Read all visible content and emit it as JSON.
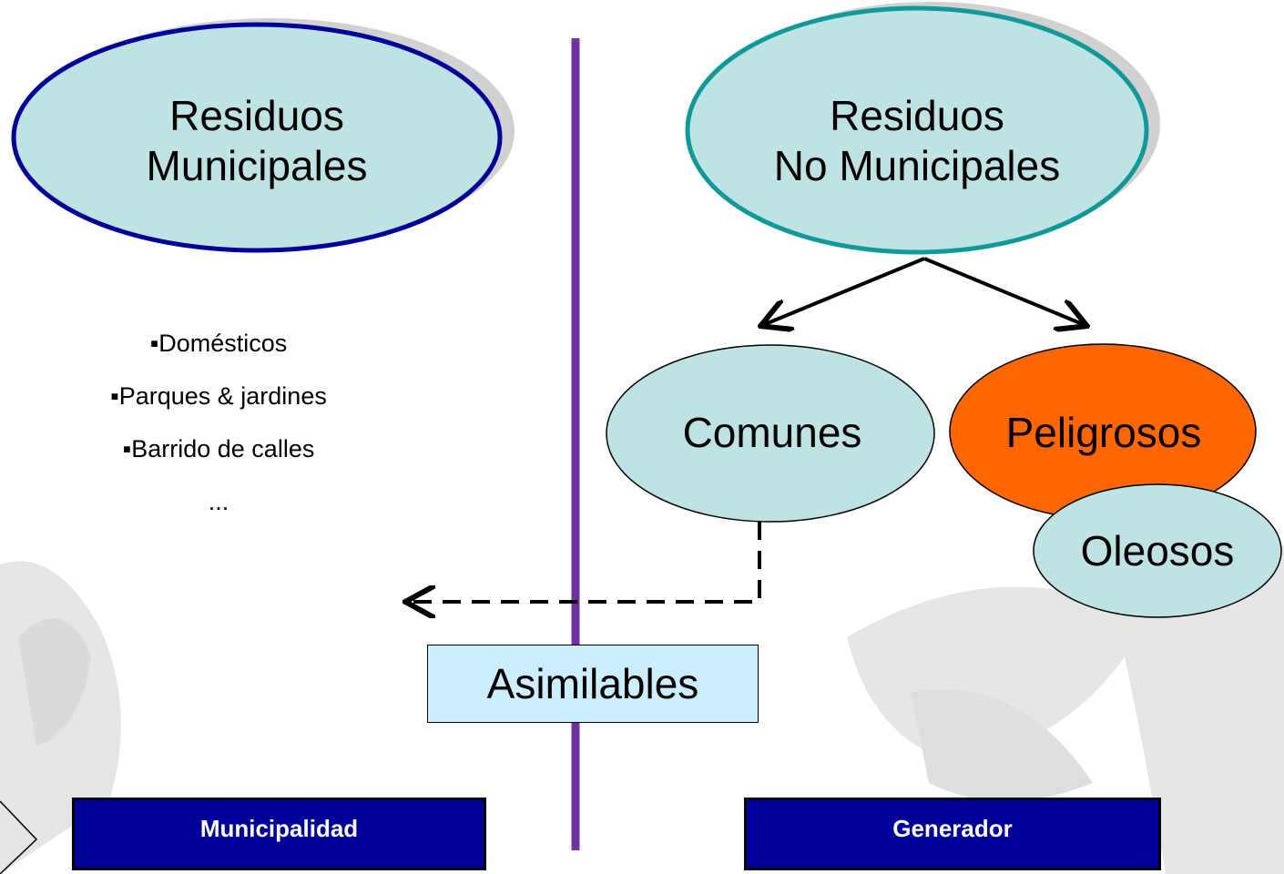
{
  "left_title": {
    "line1": "Residuos",
    "line2": "Municipales"
  },
  "right_title": {
    "line1": "Residuos",
    "line2": "No Municipales"
  },
  "left_list": {
    "items": [
      "▪Domésticos",
      "▪Parques & jardines",
      "▪Barrido de calles"
    ],
    "more": "..."
  },
  "nodes": {
    "comunes": "Comunes",
    "peligrosos": "Peligrosos",
    "oleosos": "Oleosos",
    "asimilables": "Asimilables"
  },
  "footer": {
    "left": "Municipalidad",
    "right": "Generador"
  },
  "colors": {
    "ellipse_fill": "#bfe3e3",
    "left_border": "#000099",
    "right_border": "#119999",
    "peligrosos_fill": "#ff6600",
    "divider": "#7030a0",
    "asimilables_fill": "#cceeff",
    "footer_fill": "#000099"
  }
}
